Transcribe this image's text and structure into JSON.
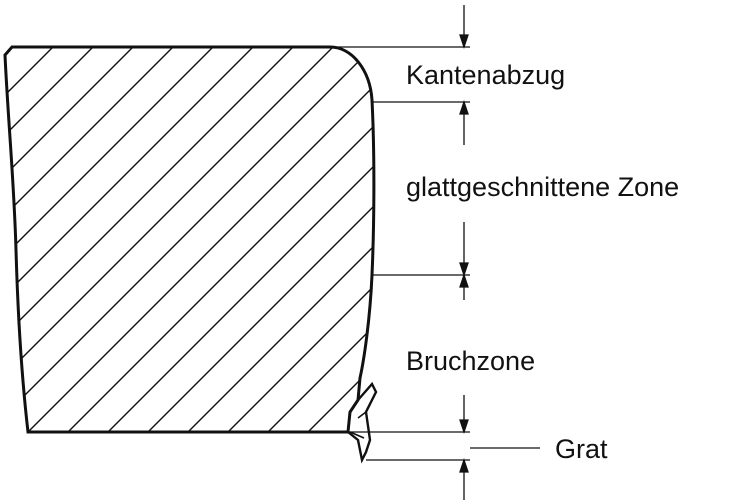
{
  "labels": {
    "kantenabzug": "Kantenabzug",
    "glattgeschnittene_zone": "glattgeschnittene Zone",
    "bruchzone": "Bruchzone",
    "grat": "Grat"
  },
  "colors": {
    "line": "#111111",
    "background": "#ffffff"
  }
}
